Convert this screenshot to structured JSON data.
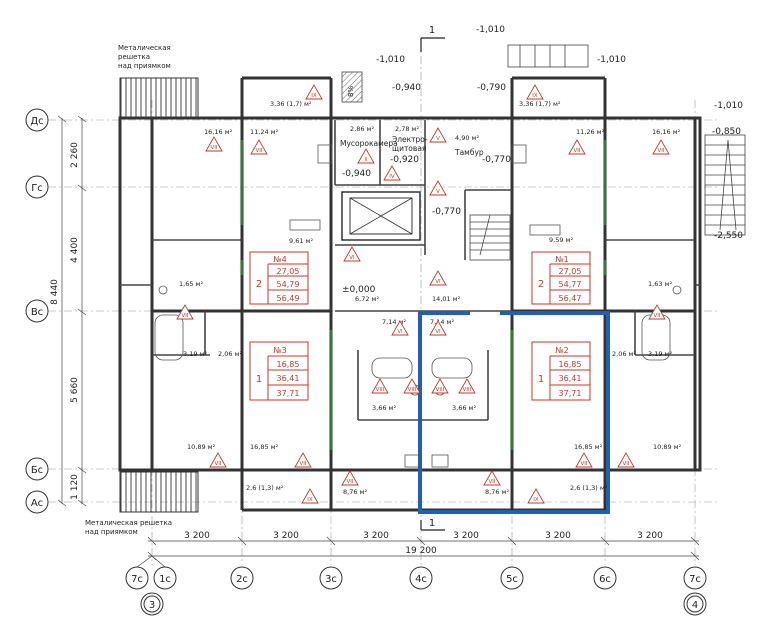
{
  "top_notes": {
    "grating_top": [
      "Металическая",
      "решетка",
      "над приямком"
    ],
    "grating_bottom": [
      "Металическая решетка",
      "над приямком"
    ]
  },
  "section_mark": "1",
  "levels": {
    "l1": "-1,010",
    "l2": "-1,010",
    "l3": "-1,010",
    "l4": "-1,010",
    "l5": "-0,940",
    "l6": "-0,790",
    "l7": "-0,850",
    "l8": "-0,940",
    "l9": "-0,920",
    "l10": "-0,770",
    "l11": "-0,770",
    "l12": "-2,550",
    "l13": "±0,000"
  },
  "rooms": {
    "garbage": "Мусорокамера",
    "electrical": [
      "Электро-",
      "щитовая"
    ],
    "vestibule": "Тамбур"
  },
  "ramp_slope": "8%",
  "areas": {
    "a1": "3,36 (1,7) м²",
    "a2": "3,36 (1,7) м²",
    "a3": "16,16 м²",
    "a4": "11,24 м²",
    "a5": "2,86 м²",
    "a6": "2,78 м²",
    "a7": "4,90 м²",
    "a8": "11,26 м²",
    "a9": "16,16 м²",
    "a10": "9,61 м²",
    "a11": "9,59 м²",
    "a12": "1,65 м²",
    "a13": "1,63 м²",
    "a14": "6,72 м²",
    "a15": "14,01 м²",
    "a16": "7,14 м²",
    "a17": "7,14 м²",
    "a18": "3,19 м²",
    "a19": "2,06 м²",
    "a20": "2,06 м²",
    "a21": "3,19 м²",
    "a22": "3,66 м²",
    "a23": "3,66 м²",
    "a24": "10,89 м²",
    "a25": "16,85 м²",
    "a26": "16,85 м²",
    "a27": "10,89 м²",
    "a28": "2,6 (1,3) м²",
    "a29": "2,6 (1,3) м²",
    "a30": "8,76 м²",
    "a31": "8,76 м²"
  },
  "apartments": [
    {
      "title": "№4",
      "rooms": "2",
      "v1": "27,05",
      "v2": "54,79",
      "v3": "56,49"
    },
    {
      "title": "№1",
      "rooms": "2",
      "v1": "27,05",
      "v2": "54,77",
      "v3": "56,47"
    },
    {
      "title": "№3",
      "rooms": "1",
      "v1": "16,85",
      "v2": "36,41",
      "v3": "37,71"
    },
    {
      "title": "№2",
      "rooms": "1",
      "v1": "16,85",
      "v2": "36,41",
      "v3": "37,71"
    }
  ],
  "axes_left": [
    "Дс",
    "Гс",
    "Вс",
    "Бс",
    "Ас"
  ],
  "axes_bottom": [
    "7с",
    "1с",
    "2с",
    "3с",
    "4с",
    "5с",
    "6с",
    "7с"
  ],
  "node_marks": [
    "3",
    "4"
  ],
  "dims_left": [
    "2 260",
    "4 400",
    "8 440",
    "5 660",
    "1 120"
  ],
  "dims_bottom": [
    "3 200",
    "3 200",
    "3 200",
    "3 200",
    "3 200",
    "3 200",
    "19 200"
  ],
  "marks": {
    "m1": "VII",
    "m2": "VII",
    "m3": "IX",
    "m4": "IX",
    "m5": "V",
    "m6": "V",
    "m7": "II",
    "m8": "IV",
    "m9": "VI",
    "m10": "VI",
    "m11": "VI",
    "m12": "VI",
    "m13": "VII",
    "m14": "VII",
    "m15": "VIII",
    "m16": "VIII",
    "m17": "VIII",
    "m18": "VIII",
    "m19": "VII",
    "m20": "VII",
    "m21": "VII",
    "m22": "VII",
    "m23": "VII",
    "m24": "VII",
    "m25": "IX",
    "m26": "IX",
    "m27": "VII",
    "m28": "VII"
  }
}
